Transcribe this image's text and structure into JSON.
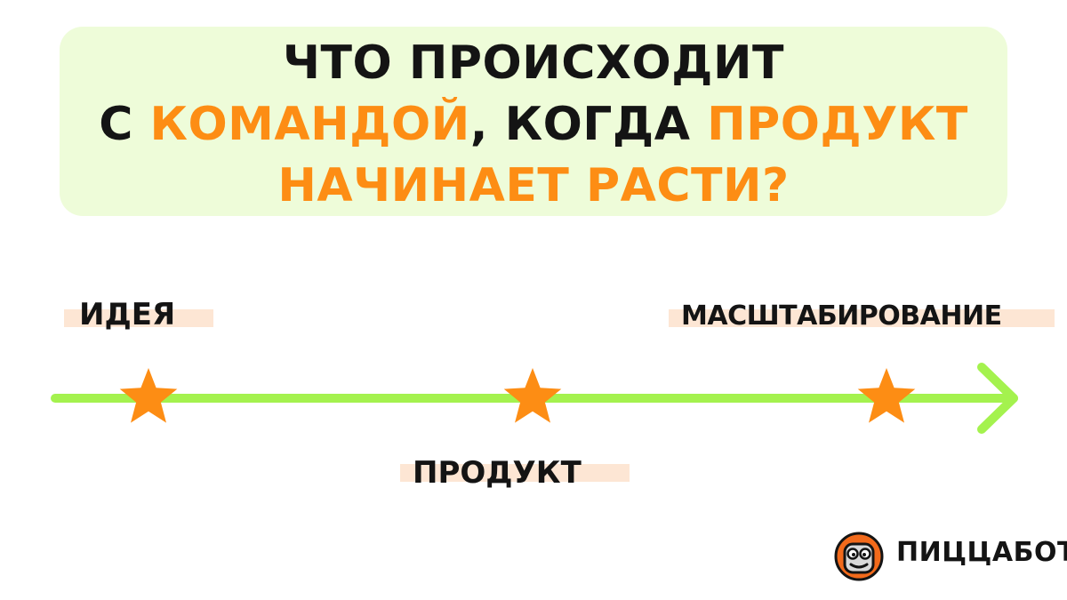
{
  "title": {
    "line1": "ЧТО ПРОИСХОДИТ",
    "line2_prefix": "С ",
    "line2_accent1": "КОМАНДОЙ",
    "line2_middle": ", КОГДА ",
    "line2_accent2": "ПРОДУКТ",
    "line3_accent": "НАЧИНАЕТ РАСТИ?"
  },
  "timeline": {
    "stages": [
      {
        "label": "ИДЕЯ"
      },
      {
        "label": "ПРОДУКТ"
      },
      {
        "label": "МАСШТАБИРОВАНИЕ"
      }
    ]
  },
  "brand": {
    "name": "ПИЦЦАБОТ",
    "icon": "robot-face-icon"
  },
  "colors": {
    "accent": "#fd8d14",
    "line": "#a4f24e",
    "title_bg": "#eefcd9",
    "label_highlight": "#fde6d4",
    "text": "#141414"
  }
}
